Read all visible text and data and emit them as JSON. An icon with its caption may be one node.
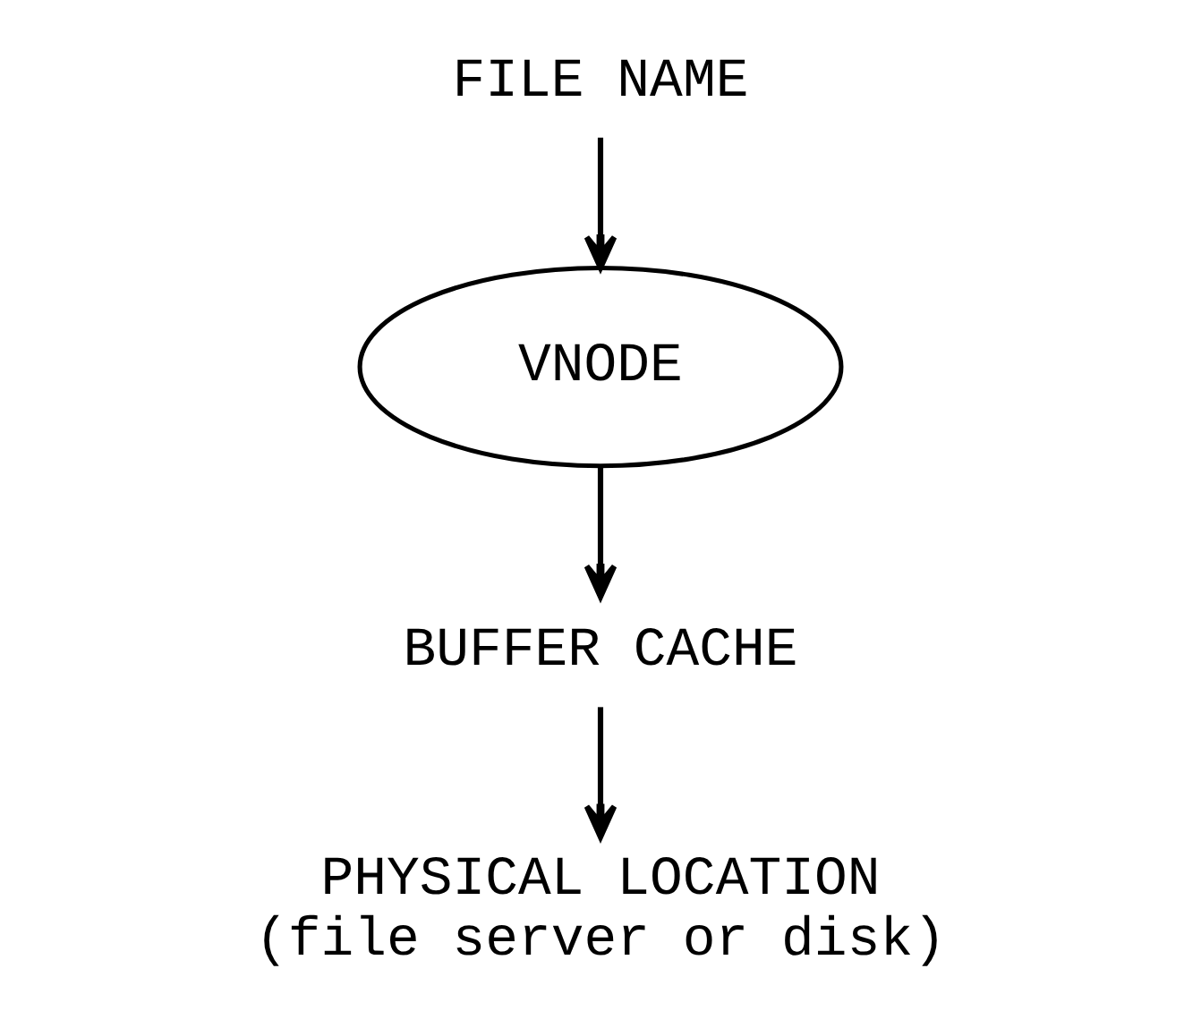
{
  "diagram": {
    "nodes": [
      {
        "text": [
          "FILE NAME"
        ]
      },
      {
        "text": [
          "VNODE"
        ]
      },
      {
        "text": [
          "BUFFER CACHE"
        ]
      },
      {
        "text": [
          "PHYSICAL LOCATION",
          "(file server or disk)"
        ]
      }
    ],
    "edges": [
      {
        "from": 0,
        "to": 1,
        "arrow": "to"
      },
      {
        "from": 1,
        "to": 2,
        "arrow": "to"
      },
      {
        "from": 2,
        "to": 3,
        "arrow": "to"
      }
    ]
  }
}
